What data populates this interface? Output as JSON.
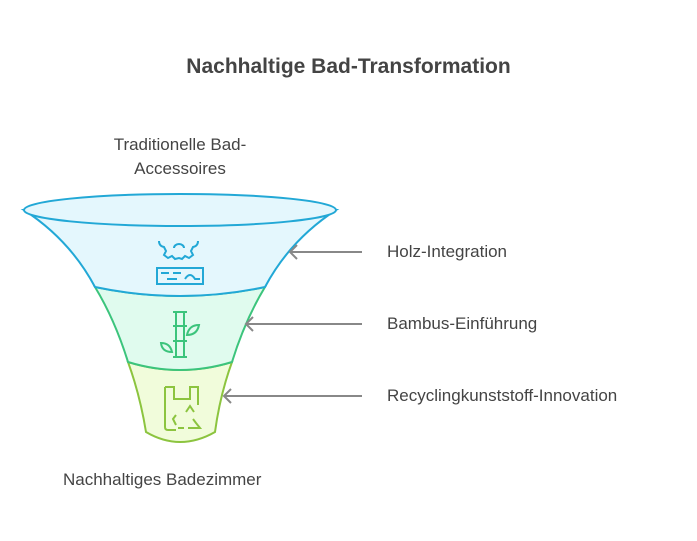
{
  "title": "Nachhaltige Bad-Transformation",
  "top_label": {
    "line1": "Traditionelle Bad-",
    "line2": "Accessoires"
  },
  "bottom_label": "Nachhaltiges Badezimmer",
  "stages": [
    {
      "label": "Holz-Integration",
      "icon": "wood-gear-icon",
      "color": "#22a8d6",
      "fill": "#e4f7fd"
    },
    {
      "label": "Bambus-Einführung",
      "icon": "bamboo-icon",
      "color": "#3cc47c",
      "fill": "#e0fbee"
    },
    {
      "label": "Recyclingkunststoff-Innovation",
      "icon": "recycled-bag-icon",
      "color": "#8cc43f",
      "fill": "#f1fcdb"
    }
  ]
}
